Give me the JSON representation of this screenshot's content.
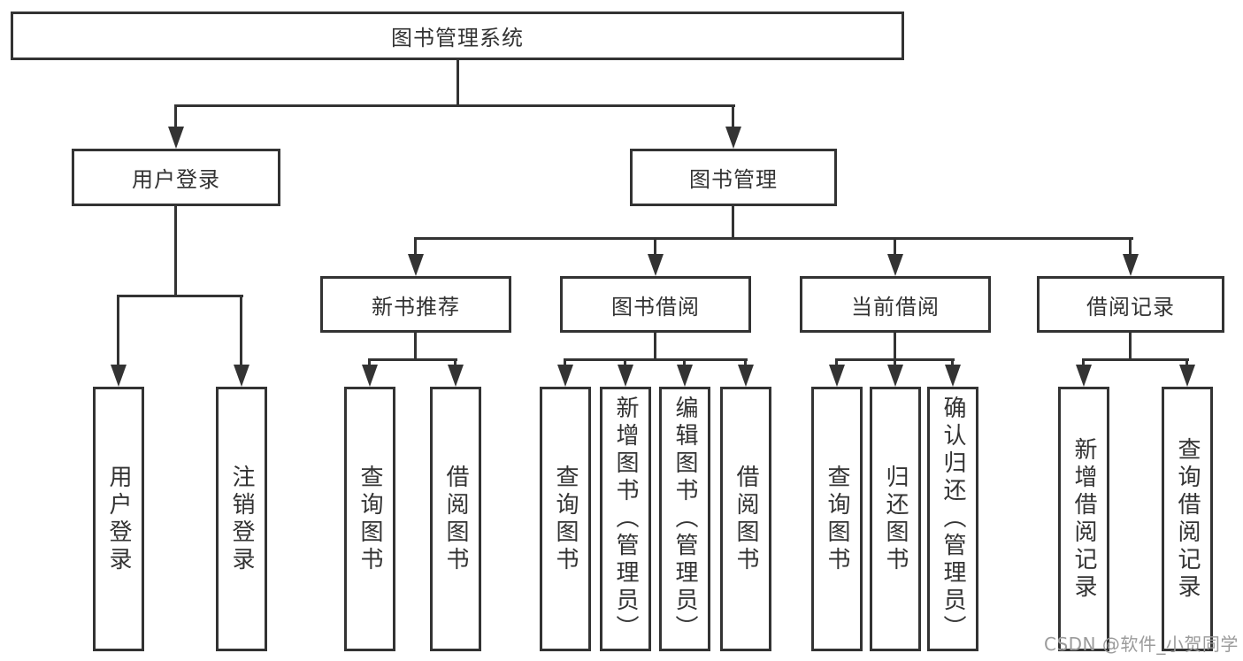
{
  "title": "图书管理系统",
  "branches": {
    "user_login": {
      "label": "用户登录",
      "children": [
        "用户登录",
        "注销登录"
      ]
    },
    "book_mgmt": {
      "label": "图书管理",
      "sections": [
        {
          "label": "新书推荐",
          "children": [
            "查询图书",
            "借阅图书"
          ]
        },
        {
          "label": "图书借阅",
          "children": [
            "查询图书",
            "新增图书（管理员）",
            "编辑图书（管理员）",
            "借阅图书"
          ]
        },
        {
          "label": "当前借阅",
          "children": [
            "查询图书",
            "归还图书",
            "确认归还（管理员）"
          ]
        },
        {
          "label": "借阅记录",
          "children": [
            "新增借阅记录",
            "查询借阅记录"
          ]
        }
      ]
    }
  },
  "watermark": "CSDN @软件_小贺同学",
  "colors": {
    "line": "#333333",
    "text": "#333333",
    "watermark": "#9b9b9b",
    "background": "#ffffff"
  }
}
